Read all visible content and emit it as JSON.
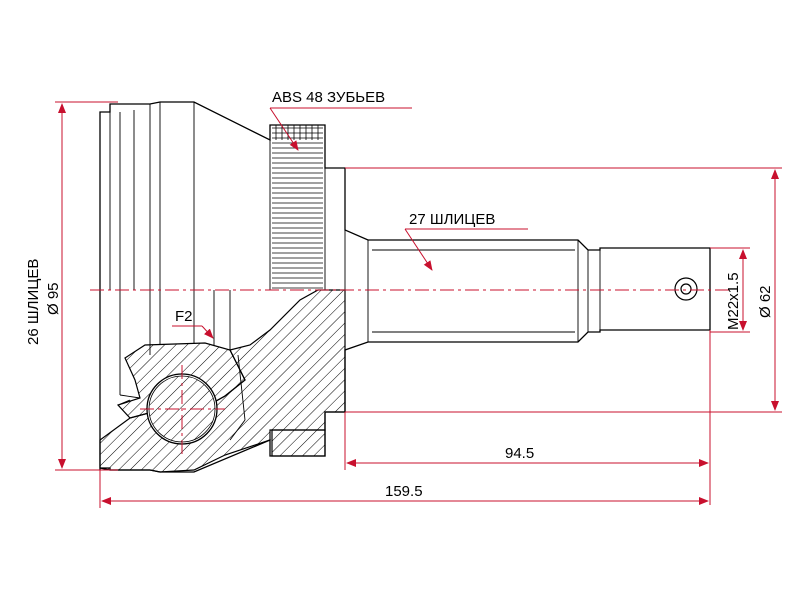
{
  "labels": {
    "abs_teeth": "ABS 48 ЗУБЬЕВ",
    "outer_splines": "27 ШЛИЦЕВ",
    "inner_splines": "26 ШЛИЦЕВ",
    "outer_diameter": "Ø 95",
    "shaft_diameter": "Ø 62",
    "thread": "M22x1.5",
    "f2": "F2",
    "length_shaft": "94.5",
    "length_total": "159.5"
  },
  "colors": {
    "dimension": "#c8102e",
    "outline": "#000000"
  }
}
